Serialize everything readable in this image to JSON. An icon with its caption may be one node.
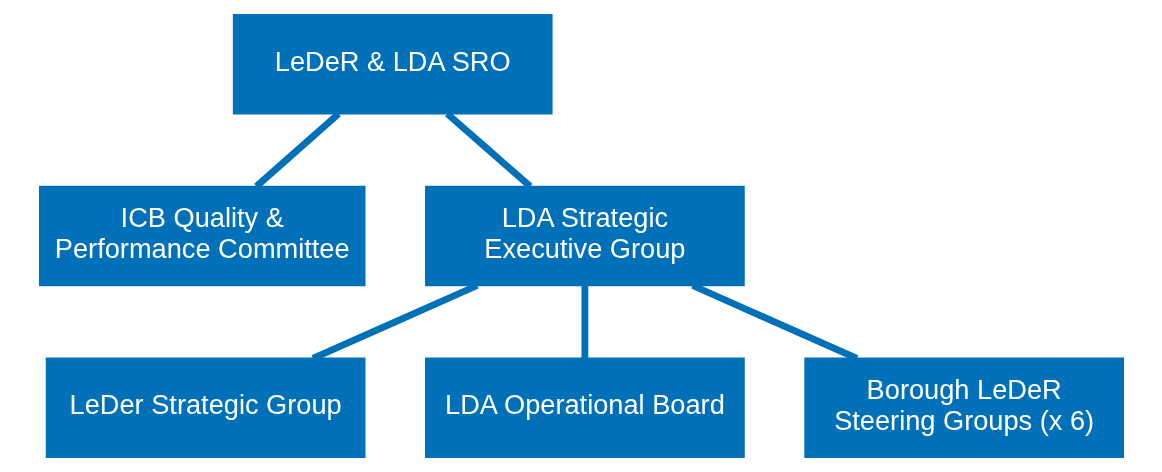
{
  "diagram": {
    "nodes": [
      {
        "text": [
          "LeDeR & LDA SRO"
        ]
      },
      {
        "text": [
          "ICB Quality & Performance Committee"
        ]
      },
      {
        "text": [
          "LDA Strategic Executive Group"
        ]
      },
      {
        "text": [
          "LeDer Strategic Group"
        ]
      },
      {
        "text": [
          "LDA Operational Board"
        ]
      },
      {
        "text": [
          "Borough LeDeR Steering Groups (x 6)"
        ]
      }
    ],
    "edges": [
      {
        "from": 0,
        "to": 1,
        "arrow": "none"
      },
      {
        "from": 0,
        "to": 2,
        "arrow": "none"
      },
      {
        "from": 2,
        "to": 3,
        "arrow": "none"
      },
      {
        "from": 2,
        "to": 4,
        "arrow": "none"
      },
      {
        "from": 2,
        "to": 5,
        "arrow": "none"
      }
    ]
  }
}
